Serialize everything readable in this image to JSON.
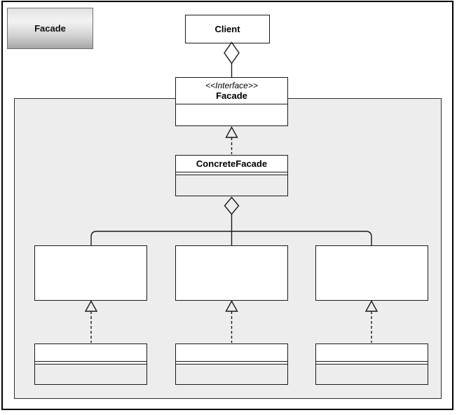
{
  "diagram": {
    "pattern_label": "Facade",
    "client": {
      "label": "Client"
    },
    "facade_interface": {
      "stereotype": "<<Interface>>",
      "name": "Facade"
    },
    "concrete_facade": {
      "name": "ConcreteFacade"
    },
    "subsystem_class_count": 3,
    "colors": {
      "container_fill": "#ededed",
      "node_fill": "#ffffff",
      "stroke": "#1a1a1a",
      "frame": "#000000",
      "badge_gradient_top": "#e2e2e2",
      "badge_gradient_light": "#f3f3f3",
      "badge_gradient_bottom": "#a6a6a6"
    }
  }
}
